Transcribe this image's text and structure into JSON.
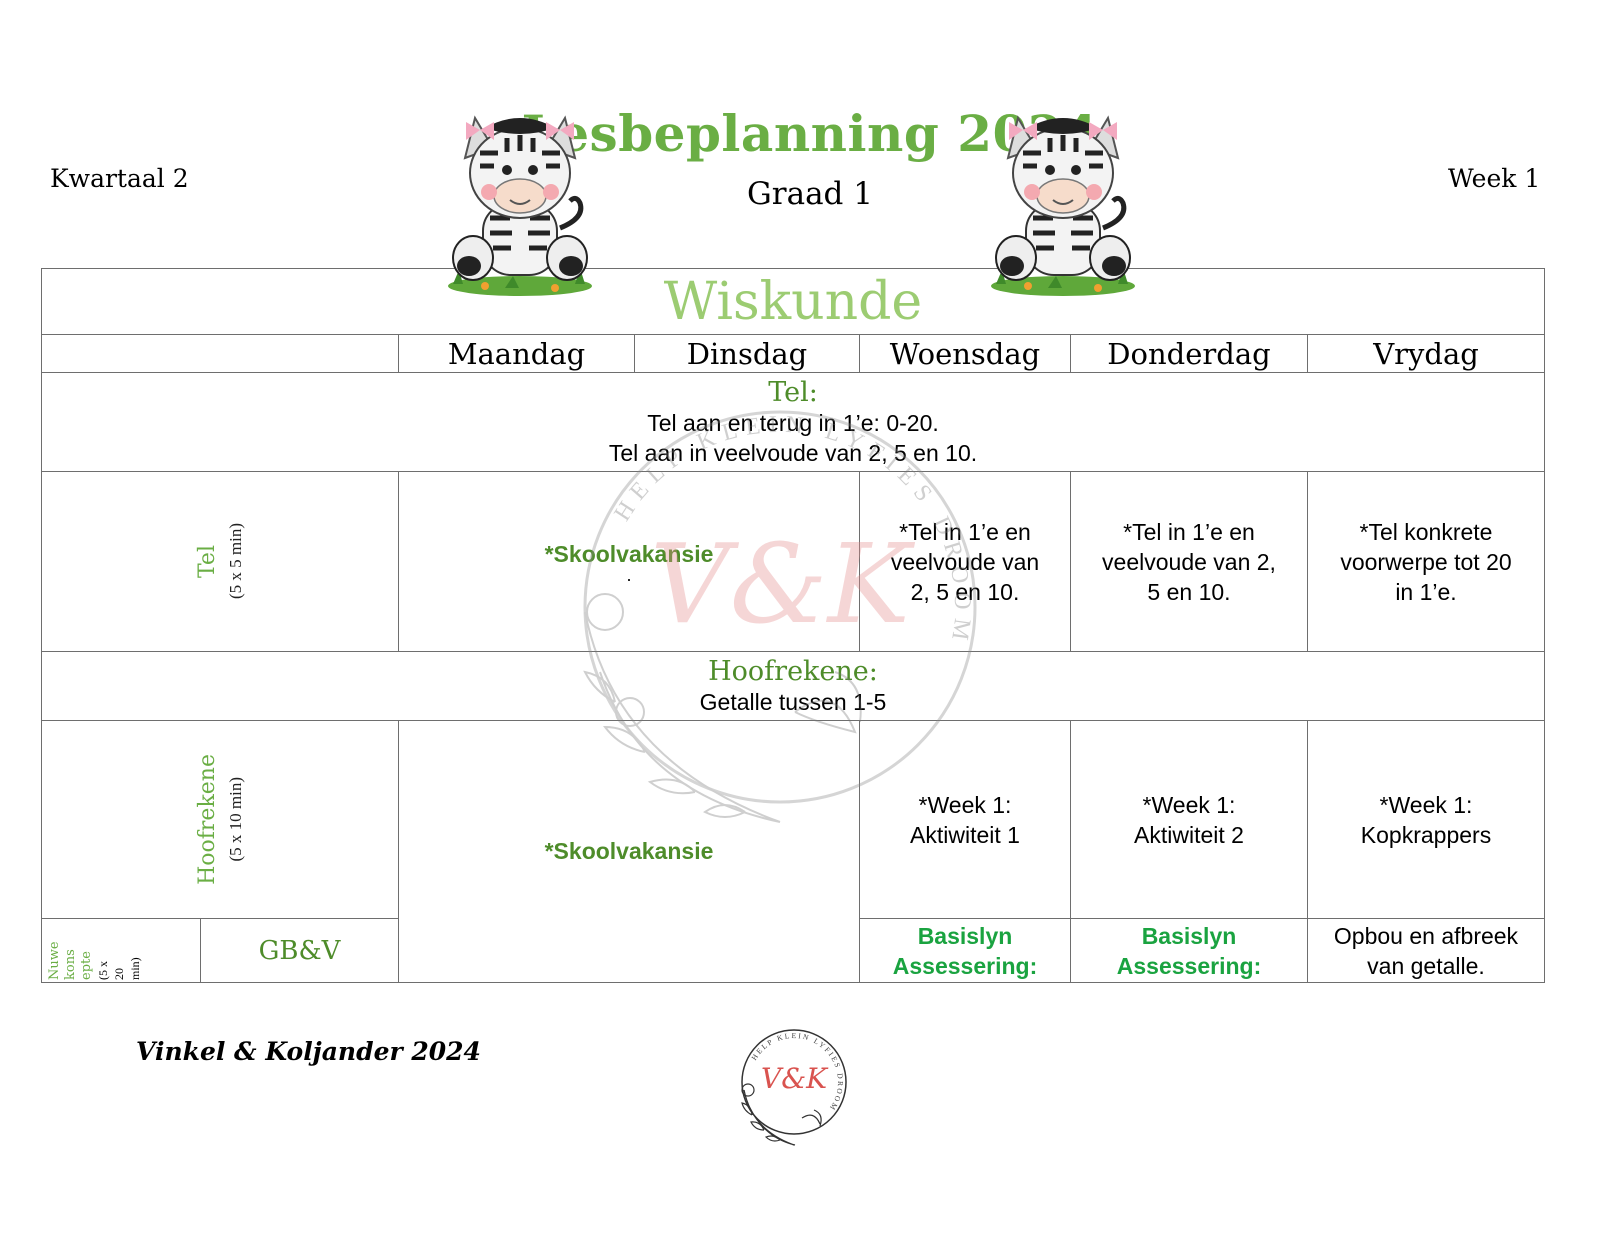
{
  "header": {
    "quarter": "Kwartaal 2",
    "week": "Week 1",
    "title": "Lesbeplanning 2024",
    "grade": "Graad 1"
  },
  "subject": "Wiskunde",
  "days": [
    "Maandag",
    "Dinsdag",
    "Woensdag",
    "Donderdag",
    "Vrydag"
  ],
  "tel_section": {
    "title": "Tel:",
    "lines": [
      "Tel aan en terug in 1’e: 0-20.",
      "Tel aan in veelvoude van 2, 5 en 10."
    ]
  },
  "tel_row": {
    "label": "Tel",
    "duration": "(5 x 5 min)",
    "holiday": "*Skoolvakansie",
    "holiday_dot": ".",
    "woensdag": [
      "*Tel in 1’e en",
      "veelvoude van",
      "2, 5 en 10."
    ],
    "donderdag": [
      "*Tel in 1’e en",
      "veelvoude van 2,",
      "5 en 10."
    ],
    "vrydag": [
      "*Tel konkrete",
      "voorwerpe tot 20",
      "in 1’e."
    ]
  },
  "hoofrekene_section": {
    "title": "Hoofrekene:",
    "line": "Getalle tussen 1-5"
  },
  "hoofrekene_row": {
    "label": "Hoofrekene",
    "duration": "(5 x 10 min)",
    "holiday": "*Skoolvakansie",
    "woensdag": [
      "*Week 1:",
      "Aktiwiteit 1"
    ],
    "donderdag": [
      "*Week 1:",
      "Aktiwiteit 2"
    ],
    "vrydag": [
      "*Week 1:",
      "Kopkrappers"
    ]
  },
  "new_concepts_row": {
    "label_lines": [
      "Nuwe",
      "kons",
      "epte"
    ],
    "duration_lines": [
      "(5 x",
      "20",
      "min)"
    ],
    "topic": "GB&V",
    "woensdag": [
      "Basislyn",
      "Assessering:"
    ],
    "donderdag": [
      "Basislyn",
      "Assessering:"
    ],
    "vrydag": [
      "Opbou en afbreek",
      "van getalle."
    ]
  },
  "watermark": {
    "monogram": "V&K",
    "ring_text": "HELP KLEIN LYFIES DROOM"
  },
  "footer": "Vinkel & Koljander 2024",
  "colors": {
    "title_green": "#6aae44",
    "subject_green": "#9ccc72",
    "section_green": "#4e8c2a",
    "assessment_green": "#1aa340",
    "border": "#6e6e6e"
  }
}
